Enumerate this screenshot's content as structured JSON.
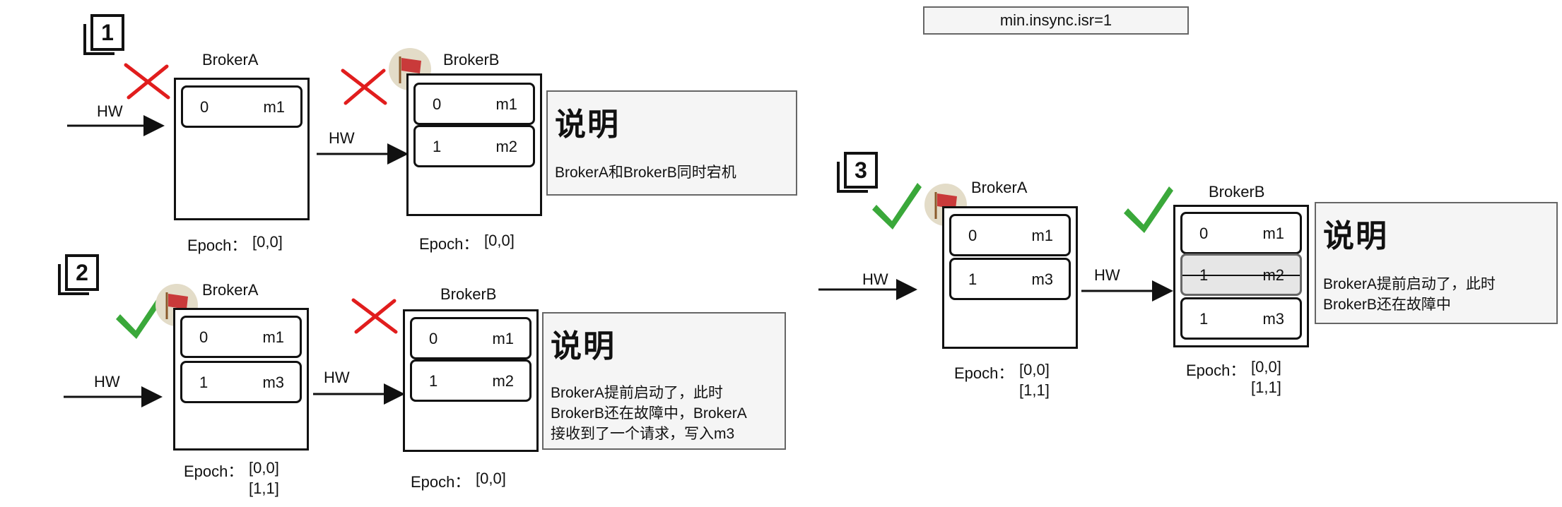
{
  "config": {
    "label": "min.insync.isr=1"
  },
  "steps": [
    "1",
    "2",
    "3"
  ],
  "panel1": {
    "brokerA": {
      "name": "BrokerA",
      "rows": [
        {
          "offset": "0",
          "msg": "m1"
        }
      ],
      "epoch_label": "Epoch：",
      "epoch": [
        "[0,0]"
      ]
    },
    "brokerB": {
      "name": "BrokerB",
      "rows": [
        {
          "offset": "0",
          "msg": "m1"
        },
        {
          "offset": "1",
          "msg": "m2"
        }
      ],
      "epoch_label": "Epoch：",
      "epoch": [
        "[0,0]"
      ]
    },
    "hw_a": "HW",
    "hw_b": "HW",
    "note": {
      "title": "说明",
      "lines": [
        "BrokerA和BrokerB同时宕机"
      ]
    }
  },
  "panel2": {
    "brokerA": {
      "name": "BrokerA",
      "rows": [
        {
          "offset": "0",
          "msg": "m1"
        },
        {
          "offset": "1",
          "msg": "m3"
        }
      ],
      "epoch_label": "Epoch：",
      "epoch": [
        "[0,0]",
        "[1,1]"
      ]
    },
    "brokerB": {
      "name": "BrokerB",
      "rows": [
        {
          "offset": "0",
          "msg": "m1"
        },
        {
          "offset": "1",
          "msg": "m2"
        }
      ],
      "epoch_label": "Epoch：",
      "epoch": [
        "[0,0]"
      ]
    },
    "hw_a": "HW",
    "hw_b": "HW",
    "note": {
      "title": "说明",
      "lines": [
        "BrokerA提前启动了，此时",
        "BrokerB还在故障中，BrokerA",
        "接收到了一个请求，写入m3"
      ]
    }
  },
  "panel3": {
    "brokerA": {
      "name": "BrokerA",
      "rows": [
        {
          "offset": "0",
          "msg": "m1"
        },
        {
          "offset": "1",
          "msg": "m3"
        }
      ],
      "epoch_label": "Epoch：",
      "epoch": [
        "[0,0]",
        "[1,1]"
      ]
    },
    "brokerB": {
      "name": "BrokerB",
      "rows": [
        {
          "offset": "0",
          "msg": "m1"
        },
        {
          "offset": "1",
          "msg": "m2"
        },
        {
          "offset": "1",
          "msg": "m3"
        }
      ],
      "epoch_label": "Epoch：",
      "epoch": [
        "[0,0]",
        "[1,1]"
      ]
    },
    "hw_a": "HW",
    "hw_b": "HW",
    "note": {
      "title": "说明",
      "lines": [
        "BrokerA提前启动了，此时",
        "BrokerB还在故障中"
      ]
    }
  },
  "colors": {
    "cross": "#e11d1d",
    "check": "#3aa83a",
    "flag_bg": "#e3dcc8",
    "flag": "#c93a3a",
    "note_bg": "#f5f5f5"
  }
}
